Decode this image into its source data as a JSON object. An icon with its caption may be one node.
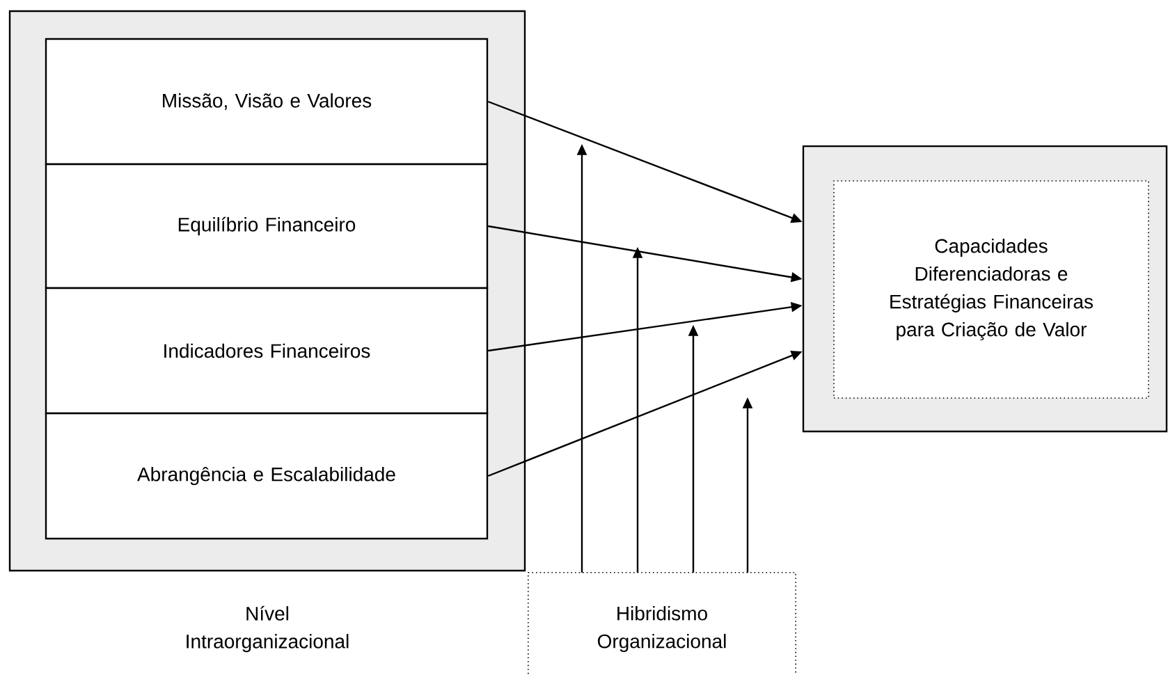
{
  "diagram": {
    "nodes": [
      {
        "text": [
          "Nível Intraorganizacional"
        ]
      },
      {
        "text": [
          "Missão, Visão e Valores"
        ],
        "in": 0
      },
      {
        "text": [
          "Equilíbrio Financeiro"
        ],
        "in": 0
      },
      {
        "text": [
          "Indicadores Financeiros"
        ],
        "in": 0
      },
      {
        "text": [
          "Abrangência e Escalabilidade"
        ],
        "in": 0
      },
      {
        "text": [],
        "shape": "box"
      },
      {
        "text": [
          "Capacidades Diferenciadoras e Estratégias Financeiras para Criação de Valor"
        ],
        "in": 5
      },
      {
        "text": [
          "Hibridismo Organizacional"
        ]
      }
    ],
    "edges": [
      {
        "from": 1,
        "to": 5,
        "arrow": "to"
      },
      {
        "from": 2,
        "to": 5,
        "arrow": "to"
      },
      {
        "from": 3,
        "to": 5,
        "arrow": "to"
      },
      {
        "from": 4,
        "to": 5,
        "arrow": "to"
      },
      {
        "from": 7,
        "to": null,
        "arrow": "to"
      },
      {
        "from": 7,
        "to": null,
        "arrow": "to"
      },
      {
        "from": 7,
        "to": null,
        "arrow": "to"
      },
      {
        "from": 7,
        "to": null,
        "arrow": "to"
      }
    ]
  }
}
